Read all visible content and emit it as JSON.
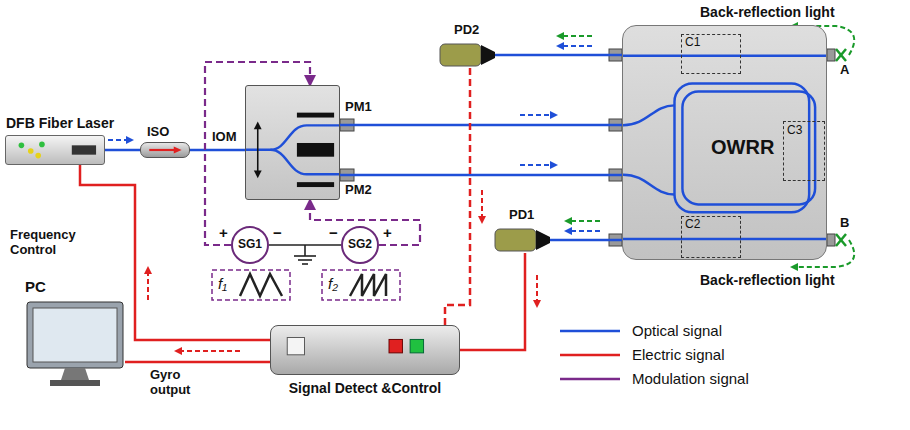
{
  "diagram": {
    "nodes": [
      {
        "text": [
          "DFB Fiber Laser"
        ]
      },
      {
        "text": [
          "ISO"
        ]
      },
      {
        "text": [
          "IOM"
        ]
      },
      {
        "text": [
          "SG1"
        ]
      },
      {
        "text": [
          "SG2"
        ]
      },
      {
        "text": [
          "PD2"
        ]
      },
      {
        "text": [
          "PD1"
        ]
      },
      {
        "text": [
          "OWRR"
        ]
      },
      {
        "text": [
          "C1"
        ],
        "in": 7
      },
      {
        "text": [
          "C2"
        ],
        "in": 7
      },
      {
        "text": [
          "C3"
        ],
        "in": 7
      },
      {
        "text": [
          "Signal Detect &Control"
        ]
      },
      {
        "text": [
          "PC"
        ]
      }
    ],
    "edges": [
      {
        "from": 0,
        "to": 1,
        "arrow": "none"
      },
      {
        "from": 1,
        "to": 2,
        "arrow": "none"
      },
      {
        "from": 2,
        "to": 7,
        "arrow": "none"
      },
      {
        "from": 2,
        "to": 7,
        "arrow": "none"
      },
      {
        "from": 7,
        "to": 5,
        "arrow": "none"
      },
      {
        "from": 7,
        "to": 6,
        "arrow": "none"
      },
      {
        "from": 5,
        "to": 11,
        "arrow": "none"
      },
      {
        "from": 6,
        "to": 11,
        "arrow": "none"
      },
      {
        "from": 11,
        "to": 0,
        "arrow": "none"
      },
      {
        "from": 11,
        "to": 12,
        "arrow": "none"
      },
      {
        "from": 3,
        "to": 2,
        "arrow": "to"
      },
      {
        "from": 4,
        "to": 2,
        "arrow": "to"
      }
    ],
    "labels": [
      "PM1",
      "PM2",
      "A",
      "B",
      "Back-reflection light",
      "Back-reflection light",
      "Frequency Control",
      "Gyro output",
      "+",
      "−",
      "−",
      "+",
      "f₁",
      "f₂"
    ],
    "legend": [
      {
        "text": "Optical signal"
      },
      {
        "text": "Electric signal"
      },
      {
        "text": "Modulation signal"
      }
    ]
  }
}
